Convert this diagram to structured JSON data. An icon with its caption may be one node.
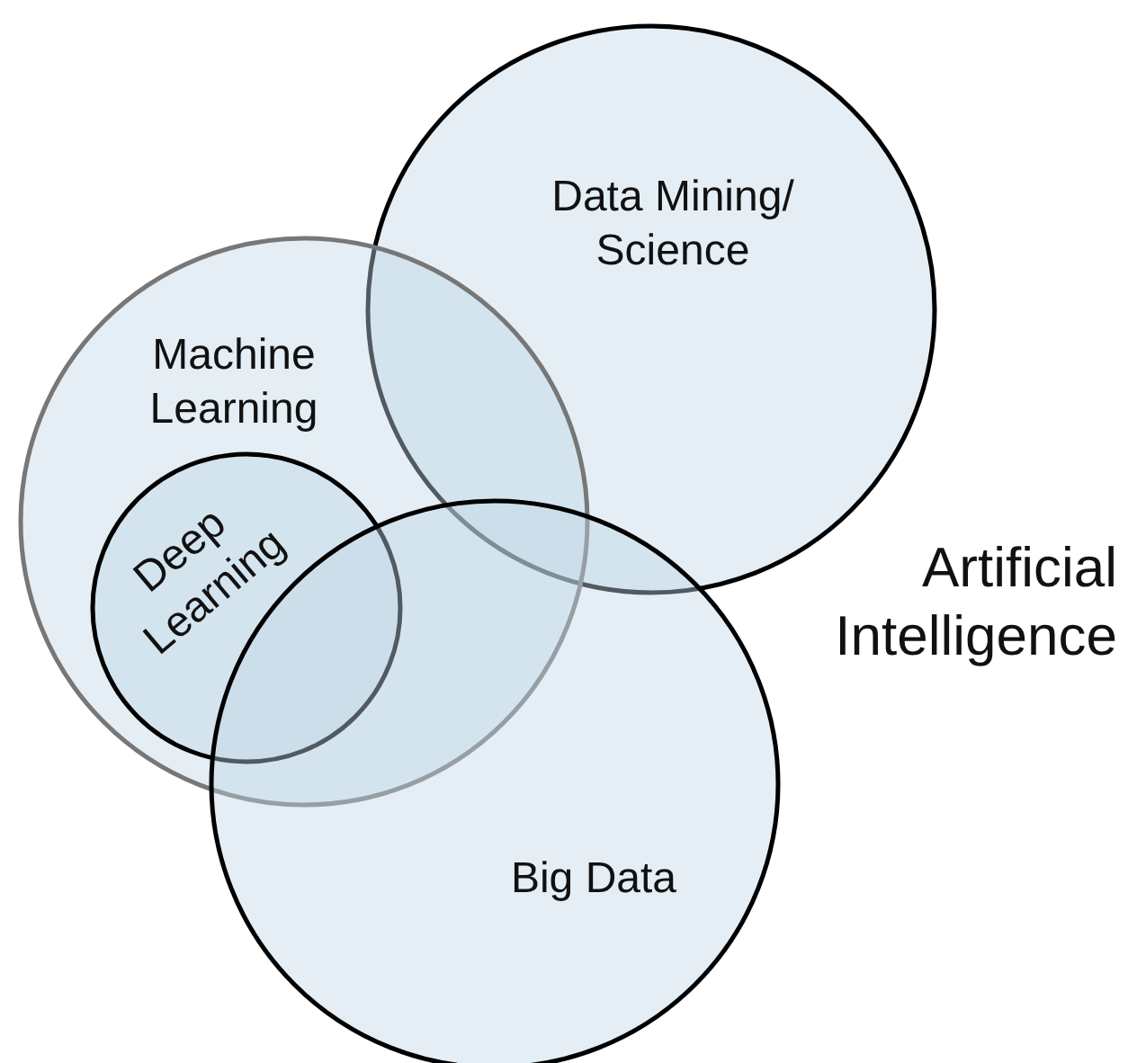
{
  "diagram": {
    "nodes": [
      {
        "text": [
          "Data Mining/ Science"
        ]
      },
      {
        "text": [
          "Machine Learning"
        ]
      },
      {
        "text": [
          "Deep Learning"
        ],
        "in": 1
      },
      {
        "text": [
          "Big Data"
        ]
      }
    ],
    "labels": [
      "Artificial Intelligence"
    ]
  }
}
